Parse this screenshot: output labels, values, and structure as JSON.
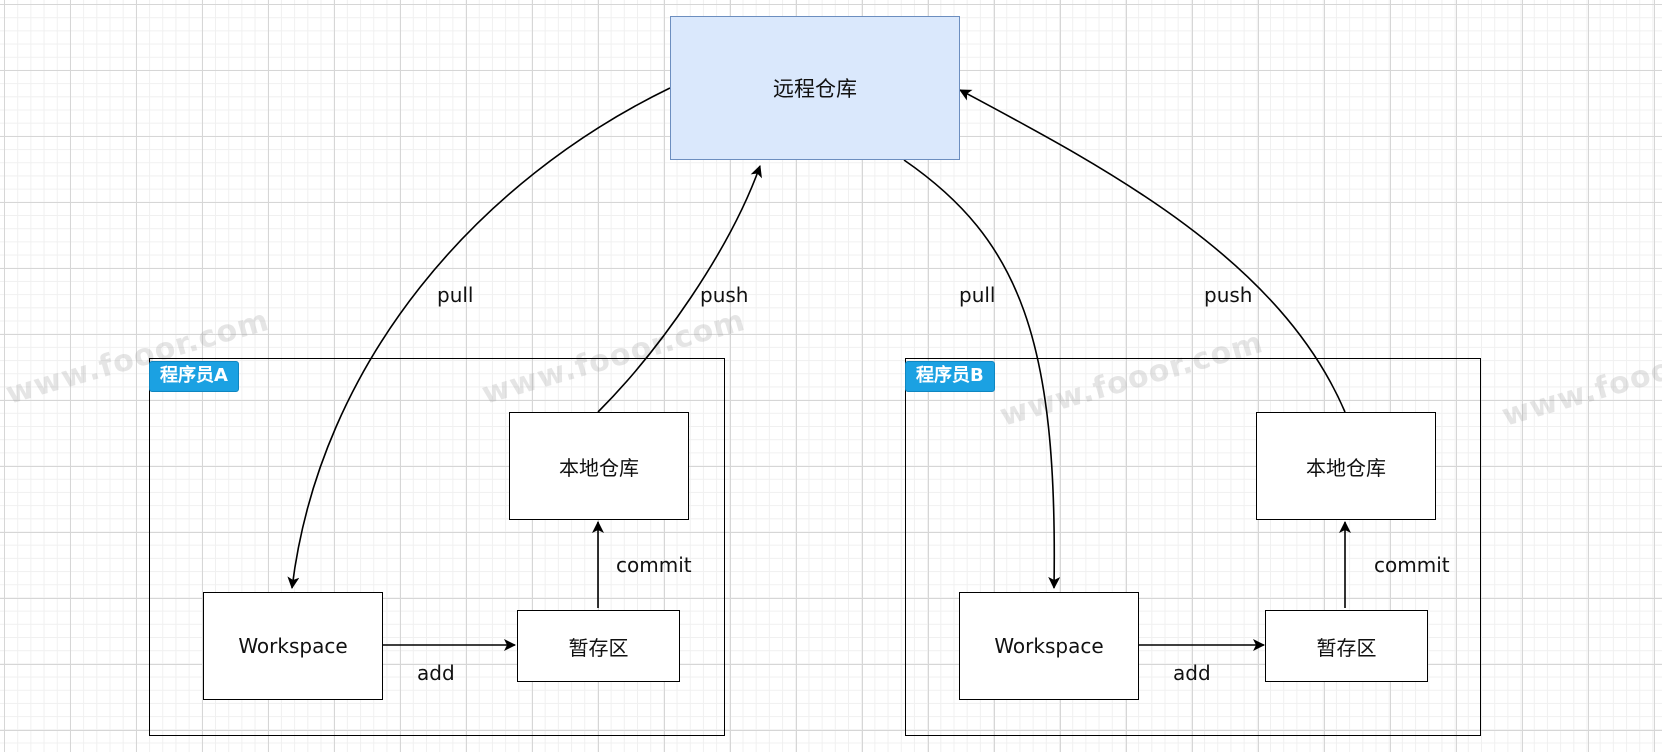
{
  "remote": {
    "label": "远程仓库",
    "fill": "#dae8fc",
    "stroke": "#6c8ebf"
  },
  "groups": [
    {
      "tag": "程序员A",
      "local_repo": "本地仓库",
      "workspace": "Workspace",
      "staging": "暂存区",
      "edges": {
        "pull": "pull",
        "push": "push",
        "add": "add",
        "commit": "commit"
      }
    },
    {
      "tag": "程序员B",
      "local_repo": "本地仓库",
      "workspace": "Workspace",
      "staging": "暂存区",
      "edges": {
        "pull": "pull",
        "push": "push",
        "add": "add",
        "commit": "commit"
      }
    }
  ],
  "watermark": "www.fooor.com",
  "watermark_partial": "www.fooor",
  "colors": {
    "tag_bg": "#1ba1e2",
    "line": "#000000"
  }
}
